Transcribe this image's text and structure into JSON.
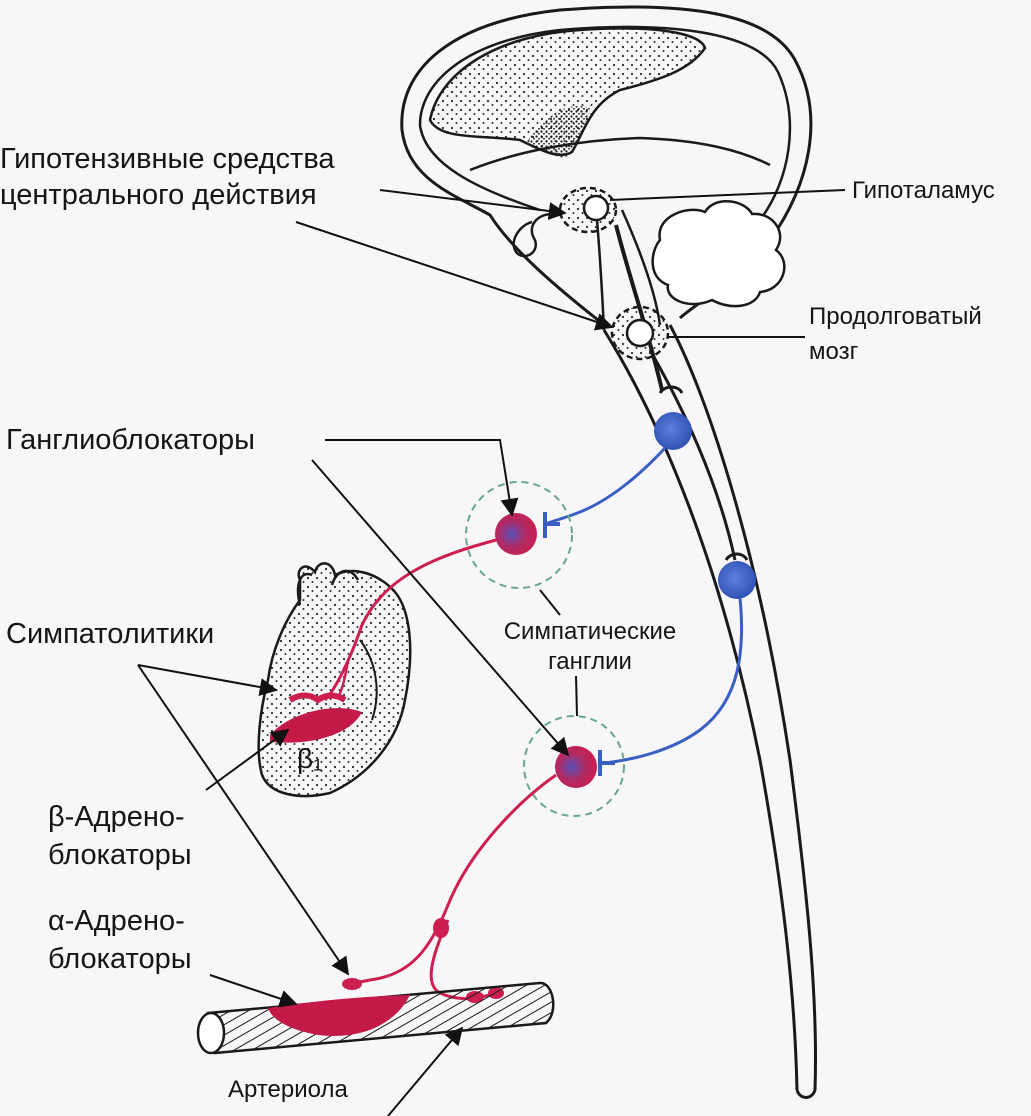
{
  "labels": {
    "central_agents_line1": "Гипотензивные средства",
    "central_agents_line2": "центрального действия",
    "hypothalamus": "Гипоталамус",
    "medulla_line1": "Продолговатый",
    "medulla_line2": "мозг",
    "ganglion_blockers": "Ганглиоблокаторы",
    "sympathetic_ganglia_line1": "Симпатические",
    "sympathetic_ganglia_line2": "ганглии",
    "sympatholytics": "Симпатолитики",
    "beta1_receptor": "β₁",
    "beta_blockers_line1": "β-Адрено-",
    "beta_blockers_line2": "блокаторы",
    "alpha_blockers_line1": "α-Адрено-",
    "alpha_blockers_line2": "блокаторы",
    "arteriole": "Артериола"
  },
  "colors": {
    "preganglionic_neuron": "#3a5fc4",
    "postganglionic_neuron": "#cc1f4f",
    "receptor_fill": "#c41a48",
    "ganglion_ring": "#6aa68a",
    "outline": "#1a1a1a",
    "stipple": "#2a2a2a"
  }
}
